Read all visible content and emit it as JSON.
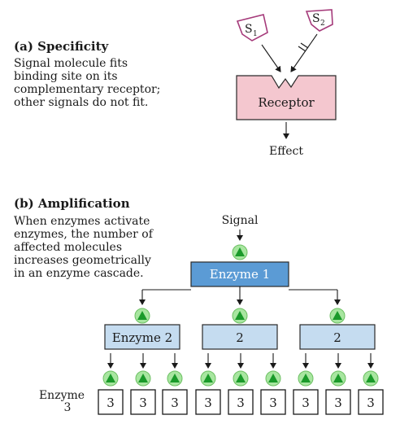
{
  "specificity": {
    "heading": "(a) Specificity",
    "description": "Signal molecule fits\nbinding site on its\ncomplementary receptor;\nother signals do not fit.",
    "signal1": {
      "letter": "S",
      "sub": "1"
    },
    "signal2": {
      "letter": "S",
      "sub": "2"
    },
    "receptor_label": "Receptor",
    "effect_label": "Effect"
  },
  "amplification": {
    "heading": "(b) Amplification",
    "description": "When enzymes activate\nenzymes, the number of\naffected molecules\nincreases geometrically\nin an enzyme cascade.",
    "signal_label": "Signal",
    "enzyme1_label": "Enzyme 1",
    "enzyme2_labels": [
      "Enzyme 2",
      "2",
      "2"
    ],
    "enzyme3_title_line1": "Enzyme",
    "enzyme3_title_line2": "3",
    "enzyme3_labels": [
      "3",
      "3",
      "3",
      "3",
      "3",
      "3",
      "3",
      "3",
      "3"
    ]
  },
  "colors": {
    "receptor_fill": "#f4c7cf",
    "signal_outline": "#a53a7a",
    "enzyme1_fill": "#5b9bd5",
    "enzyme2_fill": "#c5dcf0",
    "activator_circle": "#a8e6a0",
    "activator_triangle": "#1a9a2a"
  }
}
